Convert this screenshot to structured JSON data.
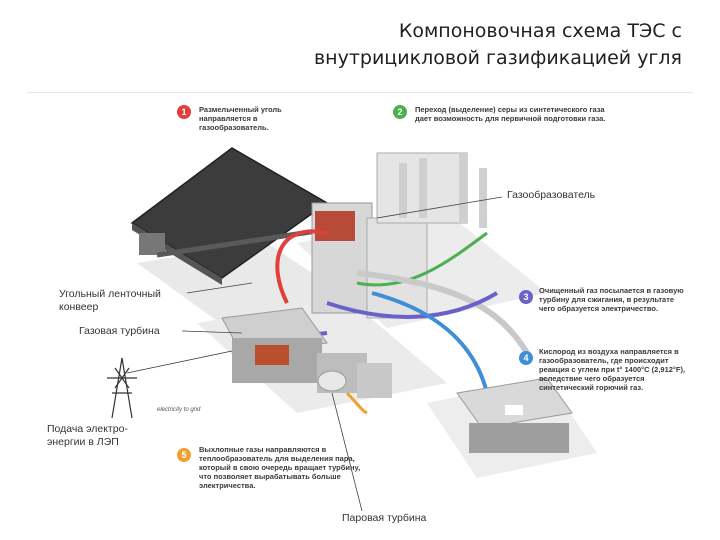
{
  "title": {
    "line1": "Компоновочная схема ТЭС с",
    "line2": "внутрицикловой газификацией угля"
  },
  "notes": [
    {
      "num": "1",
      "color": "#e0403a",
      "text": "Размельченный уголь направляется в газообразователь."
    },
    {
      "num": "2",
      "color": "#4caf50",
      "text": "Переход (выделение) серы из синтетического газа дает возможность для первичной подготовки газа."
    },
    {
      "num": "3",
      "color": "#6b62c9",
      "text": "Очищенный газ посылается в газовую турбину для сжигания, в результате чего образуется электричество."
    },
    {
      "num": "4",
      "color": "#3f8fd6",
      "text": "Кислород из воздуха направляется в газообразователь, где происходит реакция с углем при t° 1400°C (2,912°F), вследствие чего образуется синтетический горючий газ."
    },
    {
      "num": "5",
      "color": "#f0a030",
      "text": "Выхлопные газы направляются в теплообразователь для выделения пара, который в свою очередь вращает турбину, что позволяет вырабатывать больше электричества."
    }
  ],
  "callouts": {
    "gasifier": "Газообразователь",
    "conveyor_line1": "Угольный ленточный",
    "conveyor_line2": "конвеер",
    "gas_turbine": "Газовая турбина",
    "power_line1": "Подача электро-",
    "power_line2": "энергии в ЛЭП",
    "steam_turbine": "Паровая турбина"
  },
  "small_labels": {
    "grid": "electricity to grid"
  },
  "colors": {
    "coal_red": "#e0403a",
    "sulfur_green": "#4caf50",
    "gas_purple": "#6b62c9",
    "oxygen_blue": "#3f8fd6",
    "exhaust_orange": "#f0a030"
  }
}
